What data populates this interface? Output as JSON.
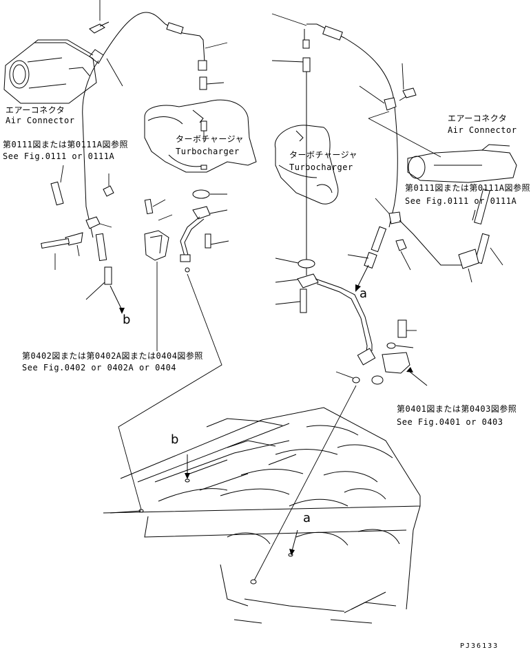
{
  "labels": {
    "air_connector_left_jp": "エアーコネクタ",
    "air_connector_left_en": "Air Connector",
    "turbo_left_jp": "ターボチャージャ",
    "turbo_left_en": "Turbocharger",
    "turbo_right_jp": "ターボチャージャ",
    "turbo_right_en": "Turbocharger",
    "air_connector_right_jp": "エアーコネクタ",
    "air_connector_right_en": "Air Connector",
    "ref_0111_left_jp": "第0111図または第0111A図参照",
    "ref_0111_left_en": "See Fig.0111 or 0111A",
    "ref_0111_right_jp": "第0111図または第0111A図参照",
    "ref_0111_right_en": "See Fig.0111 or 0111A",
    "ref_0402_jp": "第0402図または第0402A図または0404図参照",
    "ref_0402_en": "See Fig.0402 or 0402A or 0404",
    "ref_0401_jp": "第0401図または第0403図参照",
    "ref_0401_en": "See Fig.0401 or 0403",
    "marker_b_top": "b",
    "marker_a_top": "a",
    "marker_b_block": "b",
    "marker_a_block": "a",
    "drawing_code": "PJ36133"
  }
}
